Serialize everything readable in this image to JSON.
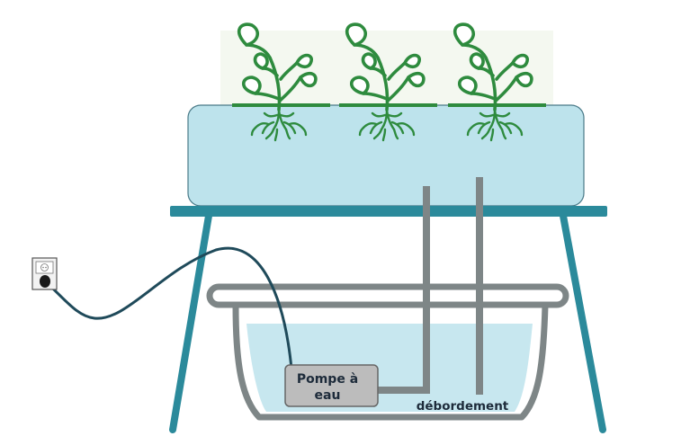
{
  "labels": {
    "pump_line1": "Pompe à",
    "pump_line2": "eau",
    "overflow": "débordement"
  },
  "colors": {
    "plant": "#2e8b3e",
    "plant_bg": "#f4f8f0",
    "grow_tank_fill": "#bde3ec",
    "grow_tank_stroke": "#4a7a88",
    "stand": "#2b8a9b",
    "pipe": "#7e8687",
    "reservoir_water": "#c7e7ef",
    "cable": "#1f4a5a",
    "pump_fill": "#bcbcbc",
    "pump_stroke": "#666666",
    "outlet": "#f2f2f2"
  },
  "icons": [
    "plant-icon",
    "power-outlet-icon",
    "power-plug-icon",
    "water-pump-icon"
  ]
}
